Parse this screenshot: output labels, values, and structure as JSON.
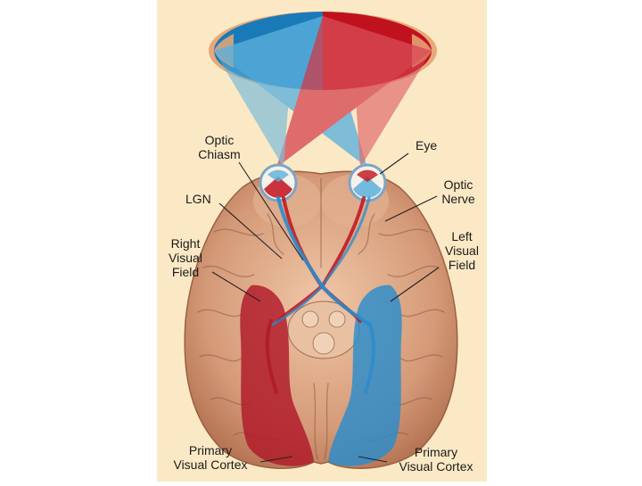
{
  "labels": {
    "optic_chiasm": [
      "Optic",
      "Chiasm"
    ],
    "eye": "Eye",
    "lgn": "LGN",
    "optic_nerve": [
      "Optic",
      "Nerve"
    ],
    "right_visual_field": [
      "Right",
      "Visual",
      "Field"
    ],
    "left_visual_field": [
      "Left",
      "Visual",
      "Field"
    ],
    "primary_visual_cortex_right": [
      "Primary",
      "Visual Cortex"
    ],
    "primary_visual_cortex_left": [
      "Primary",
      "Visual Cortex"
    ]
  },
  "colors": {
    "panel": "#fbe9c6",
    "field_blue": "#1a7ab8",
    "field_red": "#c0121e",
    "field_orange": "#e8a878",
    "beam_blue": "#5bb0dc",
    "beam_red": "#d84a55",
    "brain": "#d9a07f",
    "brain_dark": "#b87858",
    "cortex_red": "#b01828",
    "cortex_blue": "#2a8ccc"
  }
}
